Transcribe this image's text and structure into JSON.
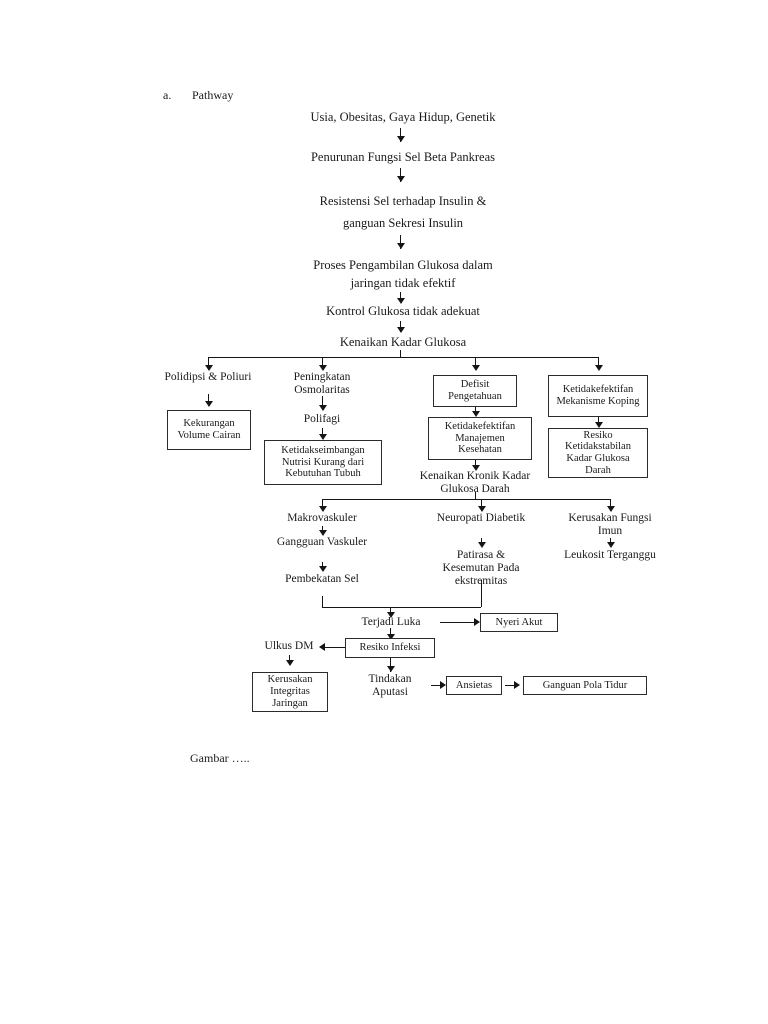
{
  "document": {
    "list_marker": "a.",
    "heading": "Pathway",
    "caption": "Gambar ….."
  },
  "chart_data": {
    "type": "diagram",
    "title": "Pathway",
    "nodes": [
      {
        "id": "n1",
        "label": "Usia, Obesitas, Gaya Hidup, Genetik",
        "boxed": false
      },
      {
        "id": "n2",
        "label": "Penurunan Fungsi Sel Beta Pankreas",
        "boxed": false
      },
      {
        "id": "n3a",
        "label": "Resistensi Sel terhadap Insulin &",
        "boxed": false
      },
      {
        "id": "n3b",
        "label": "ganguan Sekresi Insulin",
        "boxed": false
      },
      {
        "id": "n4a",
        "label": "Proses Pengambilan Glukosa dalam",
        "boxed": false
      },
      {
        "id": "n4b",
        "label": "jaringan tidak efektif",
        "boxed": false
      },
      {
        "id": "n5",
        "label": "Kontrol Glukosa tidak adekuat",
        "boxed": false
      },
      {
        "id": "n6",
        "label": "Kenaikan Kadar Glukosa",
        "boxed": false
      },
      {
        "id": "b1",
        "label": "Polidipsi & Poliuri",
        "boxed": false
      },
      {
        "id": "b1a",
        "label": "Kekurangan Volume Cairan",
        "boxed": true
      },
      {
        "id": "b2",
        "label": "Peningkatan Osmolaritas",
        "boxed": false
      },
      {
        "id": "b2a",
        "label": "Polifagi",
        "boxed": false
      },
      {
        "id": "b2b",
        "label": "Ketidakseimbangan Nutrisi Kurang dari Kebutuhan Tubuh",
        "boxed": true
      },
      {
        "id": "b3",
        "label": "Defisit Pengetahuan",
        "boxed": true
      },
      {
        "id": "b3a",
        "label": "Ketidakefektifan Manajemen Kesehatan",
        "boxed": true
      },
      {
        "id": "b3b",
        "label": "Kenaikan Kronik Kadar Glukosa Darah",
        "boxed": false
      },
      {
        "id": "b4",
        "label": "Ketidakefektifan Mekanisme Koping",
        "boxed": true
      },
      {
        "id": "b4a",
        "label": "Resiko Ketidakstabilan Kadar Glukosa Darah",
        "boxed": true
      },
      {
        "id": "c1",
        "label": "Makrovaskuler",
        "boxed": false
      },
      {
        "id": "c1a",
        "label": "Gangguan Vaskuler",
        "boxed": false
      },
      {
        "id": "c1b",
        "label": "Pembekatan Sel",
        "boxed": false
      },
      {
        "id": "c2",
        "label": "Neuropati Diabetik",
        "boxed": false
      },
      {
        "id": "c2a",
        "label": "Patirasa & Kesemutan Pada ekstremitas",
        "boxed": false
      },
      {
        "id": "c3",
        "label": "Kerusakan Fungsi Imun",
        "boxed": false
      },
      {
        "id": "c3a",
        "label": "Leukosit Terganggu",
        "boxed": false
      },
      {
        "id": "d1",
        "label": "Terjadi Luka",
        "boxed": false
      },
      {
        "id": "d2",
        "label": "Nyeri Akut",
        "boxed": true
      },
      {
        "id": "d3",
        "label": "Resiko Infeksi",
        "boxed": true
      },
      {
        "id": "d4",
        "label": "Ulkus DM",
        "boxed": false
      },
      {
        "id": "d5",
        "label": "Kerusakan Integritas Jaringan",
        "boxed": true
      },
      {
        "id": "d6",
        "label": "Tindakan Aputasi",
        "boxed": false
      },
      {
        "id": "d7",
        "label": "Ansietas",
        "boxed": true
      },
      {
        "id": "d8",
        "label": "Ganguan Pola Tidur",
        "boxed": true
      }
    ],
    "edges": [
      {
        "from": "n1",
        "to": "n2"
      },
      {
        "from": "n2",
        "to": "n3a"
      },
      {
        "from": "n3b",
        "to": "n4a"
      },
      {
        "from": "n4b",
        "to": "n5"
      },
      {
        "from": "n5",
        "to": "n6"
      },
      {
        "from": "n6",
        "to": "b1"
      },
      {
        "from": "n6",
        "to": "b2"
      },
      {
        "from": "n6",
        "to": "b3"
      },
      {
        "from": "n6",
        "to": "b4"
      },
      {
        "from": "b1",
        "to": "b1a"
      },
      {
        "from": "b2",
        "to": "b2a"
      },
      {
        "from": "b2a",
        "to": "b2b"
      },
      {
        "from": "b3",
        "to": "b3a"
      },
      {
        "from": "b3a",
        "to": "b3b"
      },
      {
        "from": "b4",
        "to": "b4a"
      },
      {
        "from": "b3b",
        "to": "c1"
      },
      {
        "from": "b3b",
        "to": "c2"
      },
      {
        "from": "b3b",
        "to": "c3"
      },
      {
        "from": "c1",
        "to": "c1a"
      },
      {
        "from": "c1a",
        "to": "c1b"
      },
      {
        "from": "c2",
        "to": "c2a"
      },
      {
        "from": "c3",
        "to": "c3a"
      },
      {
        "from": "c1b",
        "to": "d1"
      },
      {
        "from": "c2a",
        "to": "d1"
      },
      {
        "from": "d1",
        "to": "d2"
      },
      {
        "from": "d1",
        "to": "d3"
      },
      {
        "from": "d3",
        "to": "d4"
      },
      {
        "from": "d4",
        "to": "d5"
      },
      {
        "from": "d3",
        "to": "d6"
      },
      {
        "from": "d6",
        "to": "d7"
      },
      {
        "from": "d7",
        "to": "d8"
      }
    ]
  },
  "colors": {
    "line": "#151515",
    "box_border": "#2b2b2b",
    "text": "#1a1a1a",
    "background": "#ffffff"
  }
}
